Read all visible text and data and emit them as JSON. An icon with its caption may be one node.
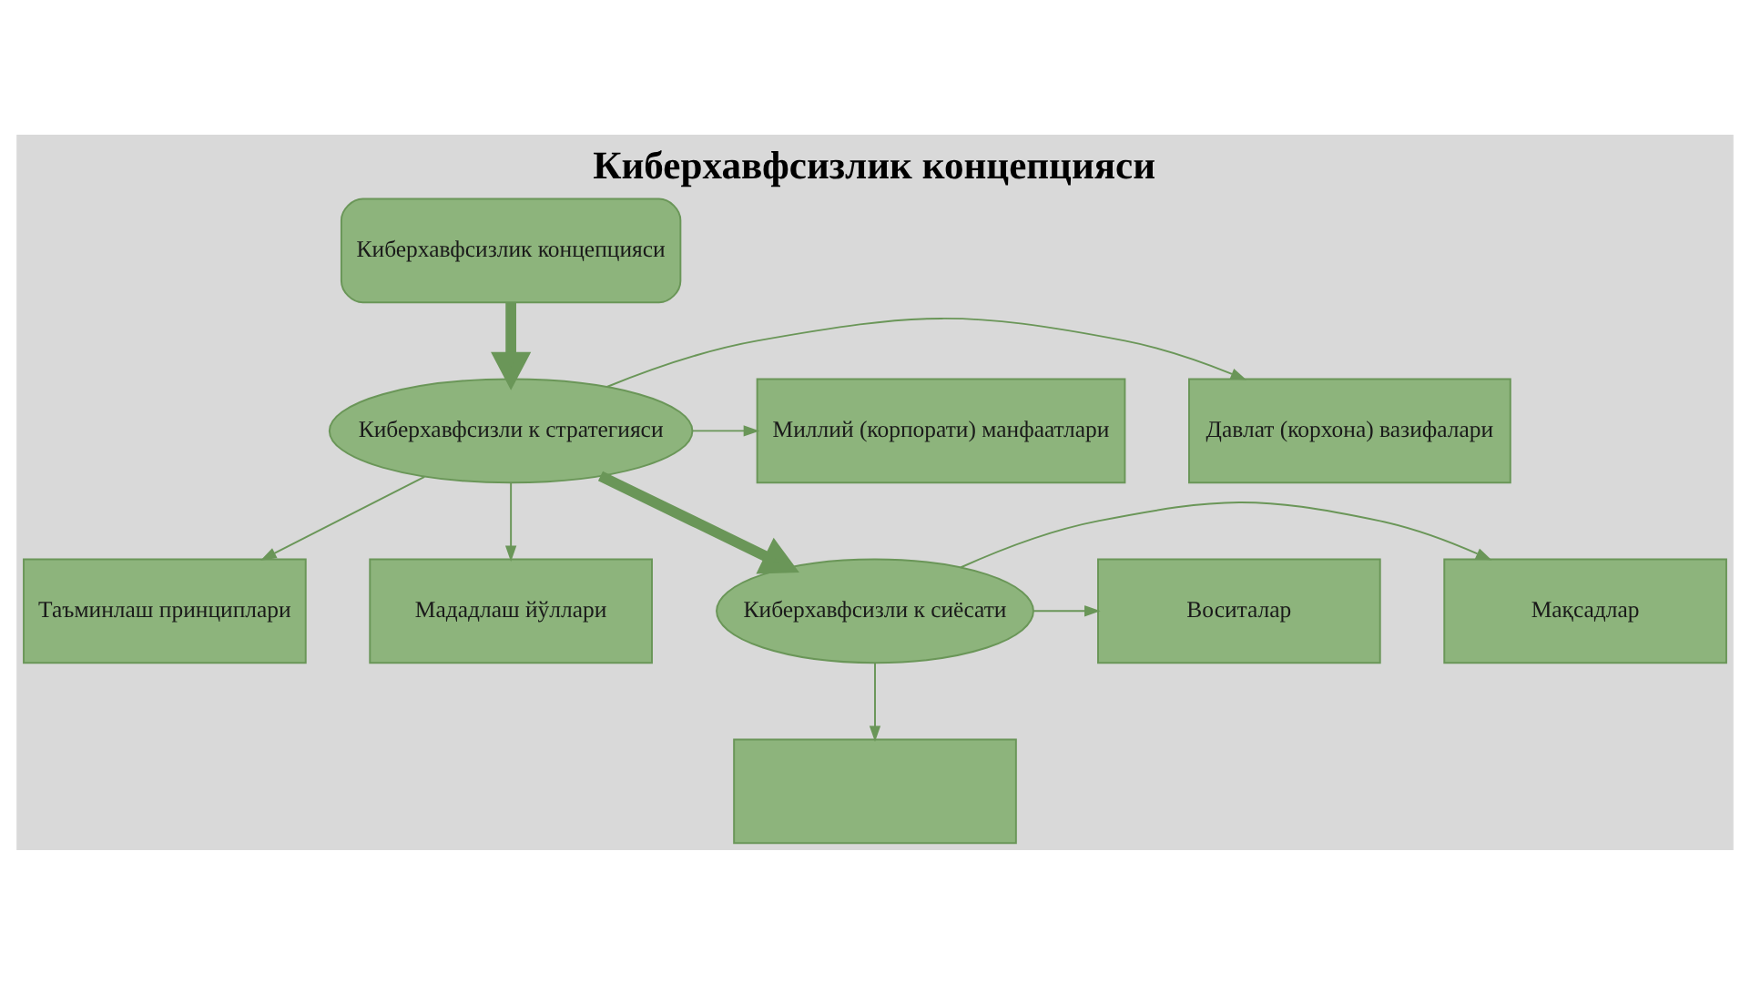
{
  "diagram": {
    "title": "Киберхавфсизлик концепцияси",
    "nodes": [
      {
        "text": [
          "Киберхавфсизлик концепцияси"
        ]
      },
      {
        "text": [
          "Давлат (корхона) вазифалари"
        ]
      },
      {
        "text": [
          "Миллий (корпорати) манфаатлари"
        ]
      },
      {
        "text": [
          "Киберхавфсизли к стратегияси"
        ]
      },
      {
        "text": [
          "Таъминлаш принциплари"
        ]
      },
      {
        "text": [
          "Мададлаш йўллари"
        ]
      },
      {
        "text": [
          "Мақсадлар"
        ]
      },
      {
        "text": [
          "Киберхавфсизли к сиёсати"
        ]
      },
      {
        "text": [
          "Воситалар"
        ]
      },
      {
        "text": [],
        "shape": "box"
      }
    ],
    "edges": [
      {
        "from": 0,
        "to": 3,
        "arrow": "to",
        "style": "thick"
      },
      {
        "from": 3,
        "to": 1,
        "arrow": "to"
      },
      {
        "from": 3,
        "to": 2,
        "arrow": "to"
      },
      {
        "from": 3,
        "to": 4,
        "arrow": "to"
      },
      {
        "from": 3,
        "to": 5,
        "arrow": "to"
      },
      {
        "from": 3,
        "to": 7,
        "arrow": "to",
        "style": "thick"
      },
      {
        "from": 7,
        "to": 6,
        "arrow": "to"
      },
      {
        "from": 7,
        "to": 8,
        "arrow": "to"
      },
      {
        "from": 7,
        "to": 9,
        "arrow": "to"
      }
    ]
  }
}
